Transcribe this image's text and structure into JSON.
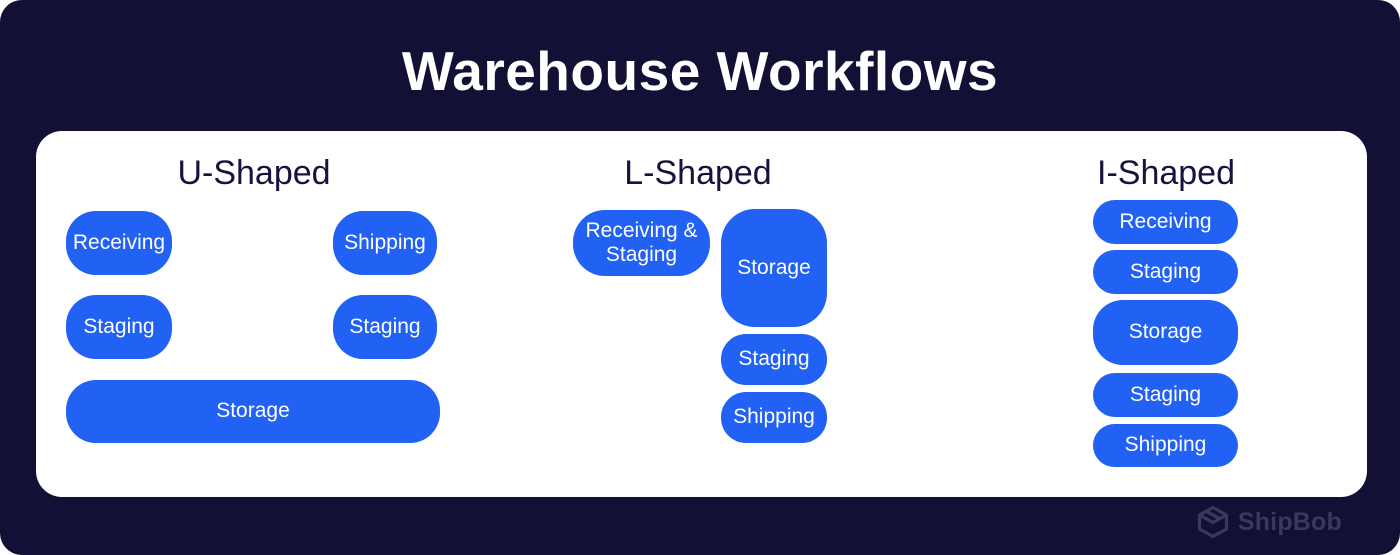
{
  "header": {
    "title": "Warehouse Workflows"
  },
  "sections": [
    {
      "id": "u-shaped",
      "title": "U-Shaped",
      "boxes": [
        {
          "label": "Receiving"
        },
        {
          "label": "Shipping"
        },
        {
          "label": "Staging"
        },
        {
          "label": "Staging"
        },
        {
          "label": "Storage"
        }
      ]
    },
    {
      "id": "l-shaped",
      "title": "L-Shaped",
      "boxes": [
        {
          "label": "Receiving & Staging"
        },
        {
          "label": "Storage"
        },
        {
          "label": "Staging"
        },
        {
          "label": "Shipping"
        }
      ]
    },
    {
      "id": "i-shaped",
      "title": "I-Shaped",
      "boxes": [
        {
          "label": "Receiving"
        },
        {
          "label": "Staging"
        },
        {
          "label": "Storage"
        },
        {
          "label": "Staging"
        },
        {
          "label": "Shipping"
        }
      ]
    }
  ],
  "footer": {
    "brand": "ShipBob"
  },
  "colors": {
    "background_navy": "#121034",
    "panel_white": "#ffffff",
    "box_blue": "#2161f3",
    "section_title_navy": "#16133d",
    "logo_muted": "#3b3959"
  }
}
